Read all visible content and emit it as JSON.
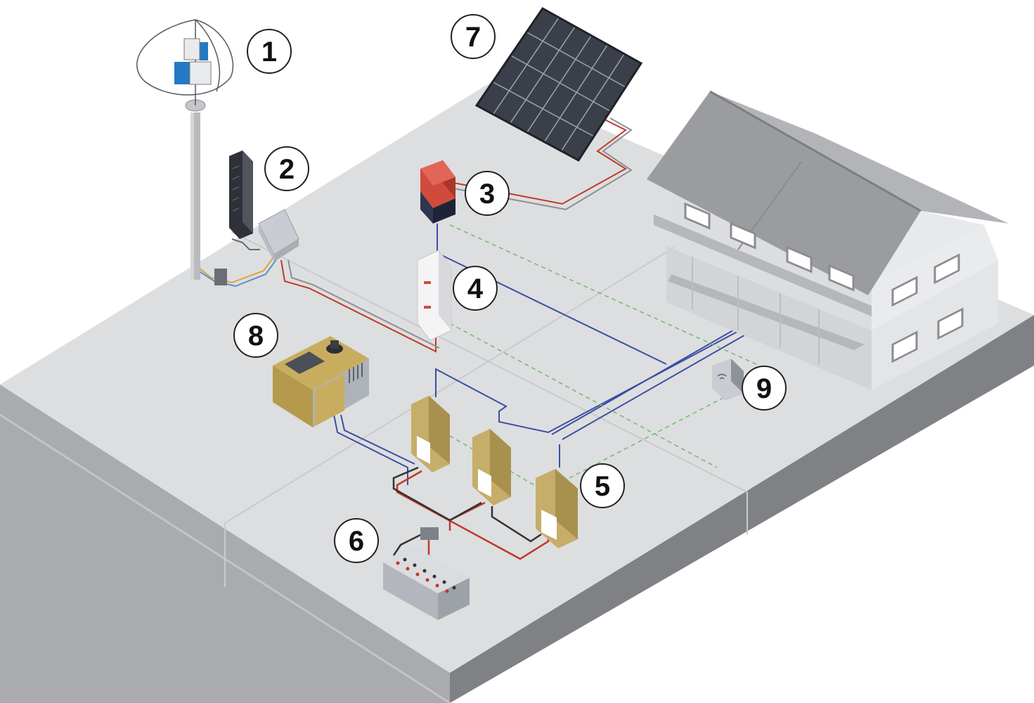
{
  "callouts": {
    "c1": "1",
    "c2": "2",
    "c3": "3",
    "c4": "4",
    "c5": "5",
    "c6": "6",
    "c7": "7",
    "c8": "8",
    "c9": "9"
  },
  "colors": {
    "background": "#ffffff",
    "ground_top": "#dddedf",
    "ground_left": "#a9abae",
    "ground_right": "#7f8185",
    "wire_dc_red": "#c0392b",
    "wire_ac_blue": "#3a4fa3",
    "wire_signal_green": "#6dbb6d",
    "inverter_red": "#d14a3c",
    "inverter_navy": "#2e3650",
    "charger_gold": "#c6ad6a",
    "generator_gold": "#c8ad5f",
    "turbine_blue": "#2379c4",
    "solar_panel": "#3b3f49",
    "roof_gray": "#9a9ca0",
    "house_wall": "#dcdde0"
  },
  "icons": {
    "c1": "vertical-wind-turbine-icon",
    "c2": "wind-charge-controller-icon",
    "c3": "solar-inverter-icon",
    "c4": "distribution-board-icon",
    "c5": "battery-inverter-charger-icon",
    "c6": "battery-bank-icon",
    "c7": "solar-panel-array-icon",
    "c8": "diesel-generator-icon",
    "c9": "wireless-monitor-icon",
    "building": "house-icon"
  }
}
